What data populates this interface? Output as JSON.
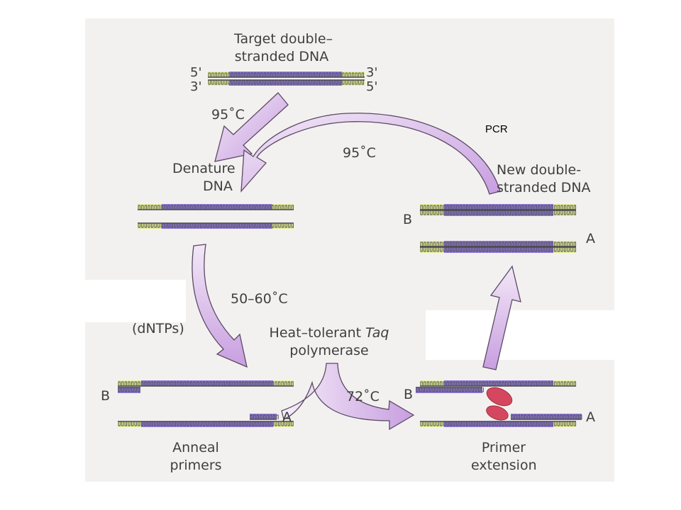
{
  "slide": {
    "title": "PCR"
  },
  "labels": {
    "target_dna_line1": "Target double–",
    "target_dna_line2": "stranded DNA",
    "end_5_top": "5'",
    "end_3_top": "3'",
    "end_3_bottom": "3'",
    "end_5_bottom": "5'",
    "temp_denature_left": "95˚C",
    "temp_denature_cycle": "95˚C",
    "denature_line1": "Denature",
    "denature_line2": "DNA",
    "temp_anneal": "50–60˚C",
    "dntps": "(dNTPs)",
    "taq_line1_prefix": "Heat–tolerant ",
    "taq_line1_italic": "Taq",
    "taq_line2": "polymerase",
    "temp_extend": "72˚C",
    "anneal_line1": "Anneal",
    "anneal_line2": "primers",
    "extension_line1": "Primer",
    "extension_line2": "extension",
    "new_dna_line1": "New double-",
    "new_dna_line2": "stranded DNA",
    "primer_b": "B",
    "primer_a": "A"
  },
  "colors": {
    "strand_yellow": "#e9f19a",
    "strand_purple": "#8f78d6",
    "strand_line": "#4b4b4b",
    "arrow_fill": "#d7b9ea",
    "arrow_outline": "#5a4a63",
    "polymerase": "#d5475f",
    "background": "#f3f1f0"
  }
}
